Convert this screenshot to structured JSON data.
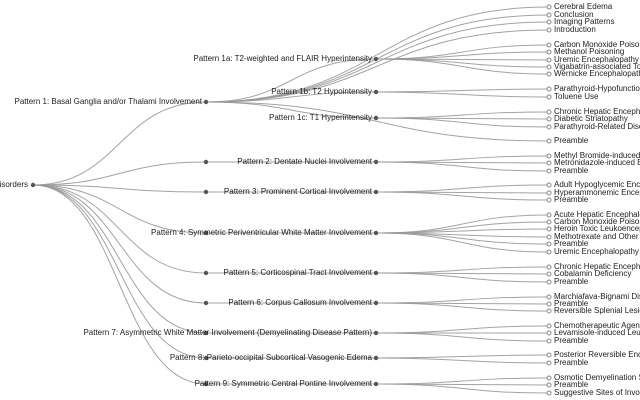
{
  "root": {
    "label": "Disorders"
  },
  "patterns": [
    {
      "label": "Pattern 1: Basal Ganglia and/or Thalami Involvement",
      "subpatterns": [
        {
          "label": "Pattern 1a: T2-weighted and FLAIR Hyperintensity",
          "leaves": [
            "Carbon Monoxide Poisoning",
            "Methanol Poisoning",
            "Uremic Encephalopathy",
            "Vigabatrin-associated Toxicity",
            "Wernicke Encephalopathy"
          ]
        },
        {
          "label": "Pattern 1b: T2 Hypointensity",
          "leaves": [
            "Parathyroid-Hypofunction Disorders",
            "Toluene Use"
          ]
        },
        {
          "label": "Pattern 1c: T1 Hyperintensity",
          "leaves": [
            "Chronic Hepatic Encephalopathy",
            "Diabetic Striatopathy",
            "Parathyroid-Related Disorders"
          ]
        }
      ],
      "leaves": [
        "Cerebral Edema",
        "Conclusion",
        "Imaging Patterns",
        "Introduction",
        "Preamble"
      ]
    },
    {
      "label": "Pattern 2: Dentate Nuclei Involvement",
      "leaves": [
        "Methyl Bromide-induced Toxicity",
        "Metronidazole-induced Brain Injury",
        "Preamble"
      ]
    },
    {
      "label": "Pattern 3: Prominent Cortical Involvement",
      "leaves": [
        "Adult Hypoglycemic Encephalopathy",
        "Hyperammonemic Encephalopathy",
        "Preamble"
      ]
    },
    {
      "label": "Pattern 4: Symmetric Periventricular White Matter Involvement",
      "leaves": [
        "Acute Hepatic Encephalopathy",
        "Carbon Monoxide Poisoning",
        "Heroin Toxic Leukoencephalopathy",
        "Methotrexate and Other Chemotherapy",
        "Preamble",
        "Uremic Encephalopathy"
      ]
    },
    {
      "label": "Pattern 5: Corticospinal Tract Involvement",
      "leaves": [
        "Chronic Hepatic Encephalopathy",
        "Cobalamin Deficiency",
        "Preamble"
      ]
    },
    {
      "label": "Pattern 6: Corpus Callosum Involvement",
      "leaves": [
        "Marchiafava-Bignami Disease",
        "Preamble",
        "Reversible Splenial Lesion"
      ]
    },
    {
      "label": "Pattern 7: Asymmetric White Matter Involvement (Demyelinating Disease Pattern)",
      "leaves": [
        "Chemotherapeutic Agents",
        "Levamisole-induced Leukoencephalopathy",
        "Preamble"
      ]
    },
    {
      "label": "Pattern 8: Parieto-occipital Subcortical Vasogenic Edema",
      "leaves": [
        "Posterior Reversible Encephalopathy",
        "Preamble"
      ]
    },
    {
      "label": "Pattern 9: Symmetric Central Pontine Involvement",
      "leaves": [
        "Osmotic Demyelination Syndrome",
        "Preamble",
        "Suggestive Sites of Involvement"
      ]
    }
  ],
  "colors": {
    "edge": "#999999",
    "node": "#555555",
    "text": "#222222",
    "background": "#ffffff"
  }
}
